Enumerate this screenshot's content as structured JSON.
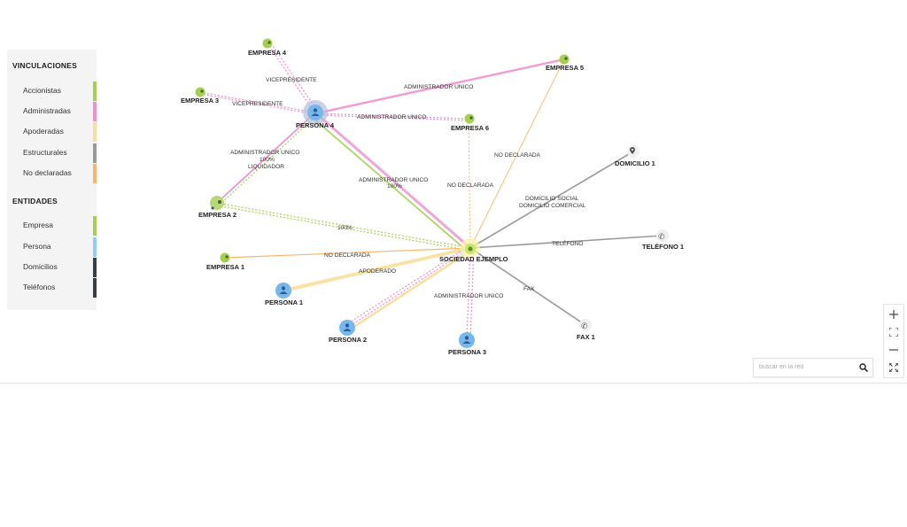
{
  "legend": {
    "vinculaciones_title": "VINCULACIONES",
    "vinculaciones": [
      {
        "label": "Accionistas",
        "color": "#a6cf52"
      },
      {
        "label": "Administradas",
        "color": "#ec8fcb"
      },
      {
        "label": "Apoderadas",
        "color": "#f9df9d"
      },
      {
        "label": "Estructurales",
        "color": "#9a9a9a"
      },
      {
        "label": "No declaradas",
        "color": "#f7b76a"
      }
    ],
    "entidades_title": "ENTIDADES",
    "entidades": [
      {
        "label": "Empresa",
        "color": "#a6cf52"
      },
      {
        "label": "Persona",
        "color": "#8fd0f0"
      },
      {
        "label": "Domicilios",
        "color": "#3a3f47"
      },
      {
        "label": "Teléfonos",
        "color": "#3a3f47"
      }
    ]
  },
  "nodes": {
    "sociedad": "SOCIEDAD EJEMPLO",
    "persona4": "PERSONA 4",
    "persona1": "PERSONA 1",
    "persona2": "PERSONA 2",
    "persona3": "PERSONA 3",
    "empresa1": "EMPRESA 1",
    "empresa2": "EMPRESA 2",
    "empresa3": "EMPRESA 3",
    "empresa4": "EMPRESA 4",
    "empresa5": "EMPRESA 5",
    "empresa6": "EMPRESA 6",
    "domicilio1": "DOMICILIO 1",
    "telefono1": "TELÉFONO 1",
    "fax1": "FAX 1"
  },
  "edges": {
    "vicepresidente_e4": "VICEPRESIDENTE",
    "vicepresidente_e3": "VICEPRESIDENTE",
    "admin_unico_e5": "ADMINISTRADOR UNICO",
    "admin_unico_e6": "ADMINISTRADOR UNICO",
    "e2_admin": "ADMINISTRADOR UNICO",
    "e2_pct": "100%",
    "e2_liq": "LIQUIDADOR",
    "p4_admin": "ADMINISTRADOR UNICO",
    "p4_pct": "100%",
    "no_declarada_e5": "NO DECLARADA",
    "no_declarada_e6": "NO DECLARADA",
    "dom_social": "DOMICILIO SOCIAL",
    "dom_comercial": "DOMICILIO COMERCIAL",
    "e2_soc_pct": "100%",
    "telefono": "TELÉFONO",
    "no_declarada_e1": "NO DECLARADA",
    "apoderado": "APODERADO",
    "fax": "FAX",
    "admin_unico_p3": "ADMINISTRADOR UNICO"
  },
  "search": {
    "placeholder": "buscar en la red"
  },
  "icons": {
    "zoom_in": "plus-icon",
    "fit": "fit-screen-icon",
    "zoom_out": "minus-icon",
    "fullscreen": "fullscreen-icon",
    "search": "search-icon"
  }
}
